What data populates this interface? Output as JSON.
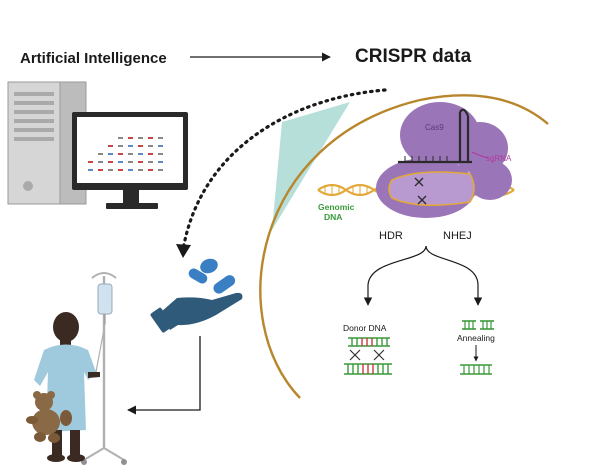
{
  "header": {
    "left_label": "Artificial Intelligence",
    "right_label": "CRISPR data"
  },
  "crispr": {
    "cas9": "Cas9",
    "sgrna": "sgRNA",
    "genomic_dna": [
      "Genomic",
      "DNA"
    ],
    "hdr": "HDR",
    "nhej": "NHEJ",
    "donor_dna": "Donor DNA",
    "annealing": "Annealing"
  },
  "icons": {
    "computer": "computer-icon",
    "medicine_hand": "medicine-hand-icon",
    "patient": "patient-with-iv-drip-icon"
  },
  "colors": {
    "cell_membrane": "#b8862b",
    "cas9_purple": "#9a75b8",
    "dna_yellow": "#e2a93a",
    "genomic_green": "#3a9a3a",
    "sgrna_magenta": "#b03aa0",
    "hand_blue": "#2f5a7a",
    "pill_blue": "#3a7fc4",
    "gown_blue": "#9fc9dc",
    "teal_wedge": "#a9d9d3"
  }
}
